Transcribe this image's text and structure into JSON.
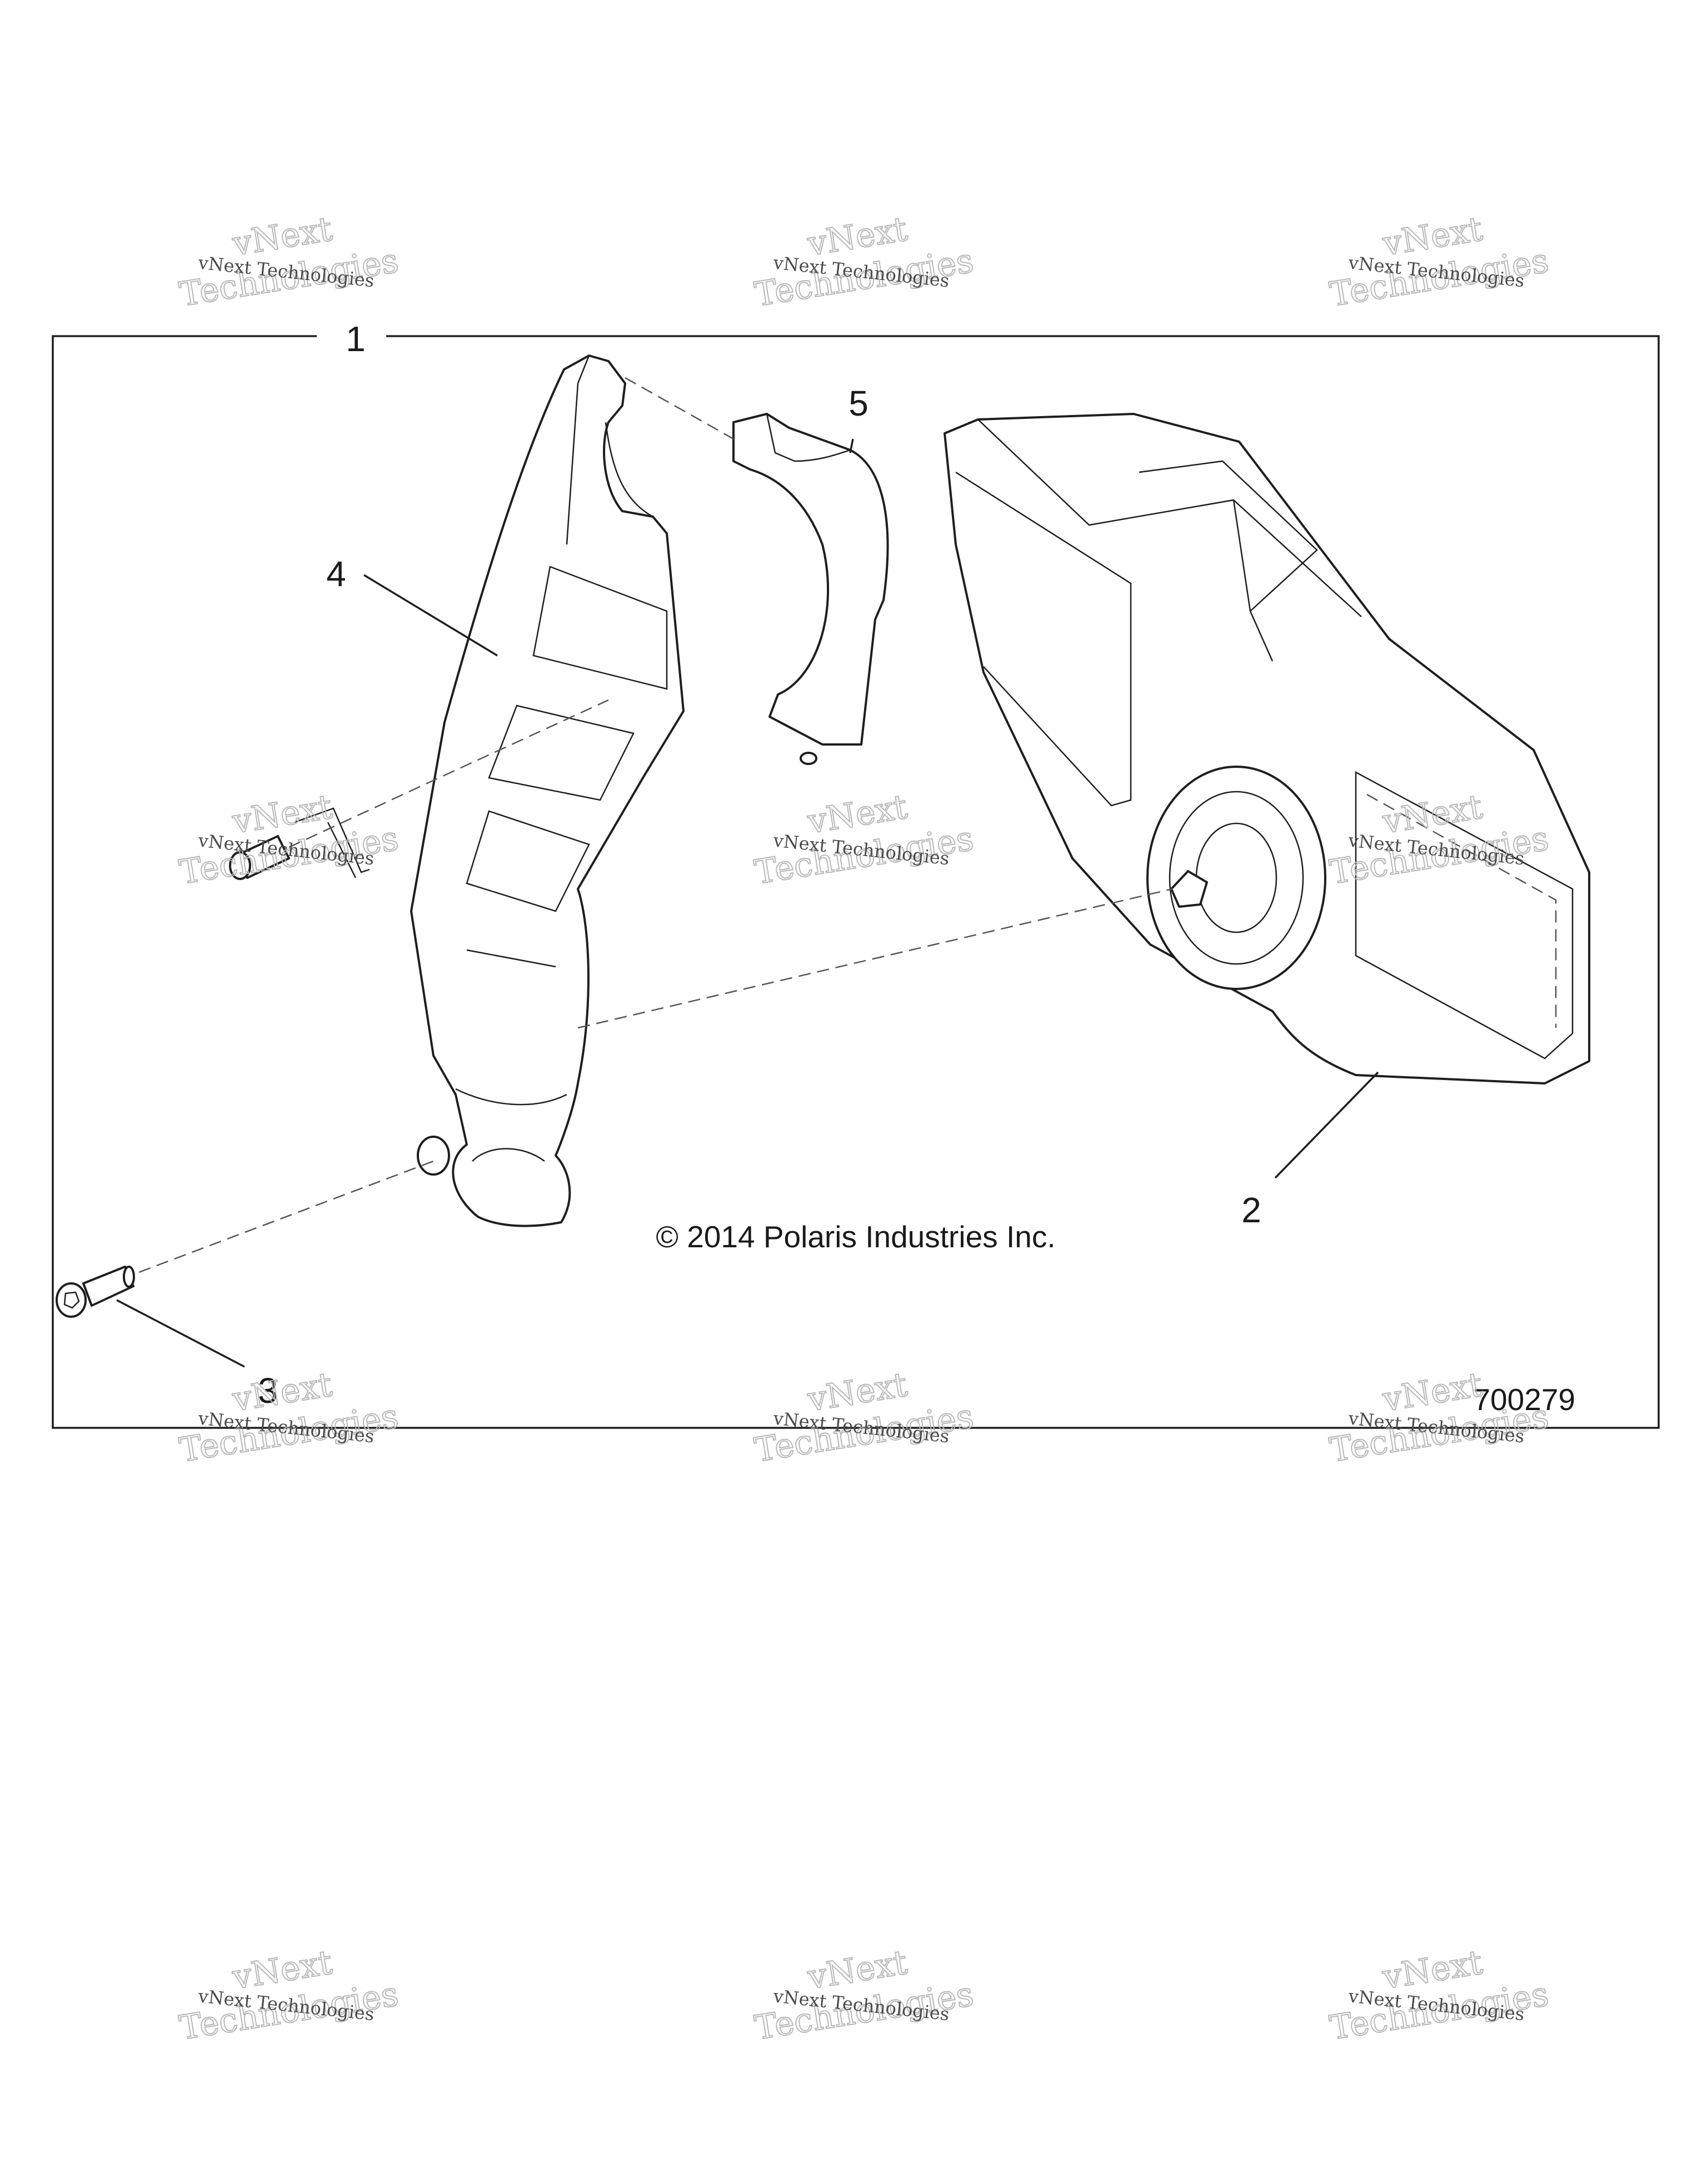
{
  "diagram": {
    "callouts": {
      "c1": "1",
      "c2": "2",
      "c3": "3",
      "c4": "4",
      "c5": "5"
    },
    "copyright": "© 2014 Polaris Industries Inc.",
    "drawing_number": "700279"
  },
  "watermark": {
    "line_small": "vNext Technologies",
    "line_big_1": "vNext",
    "line_big_2": "Technologies"
  }
}
